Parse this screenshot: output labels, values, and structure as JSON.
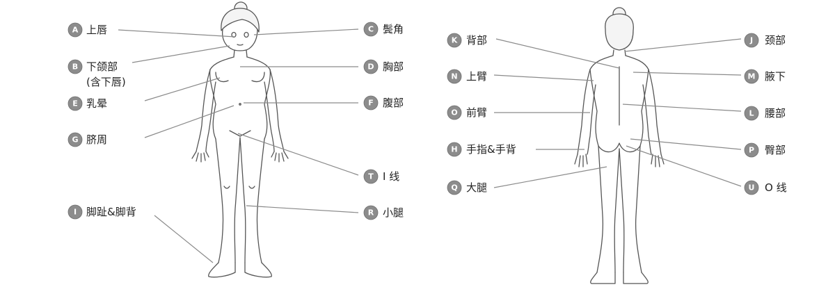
{
  "labels": {
    "A": {
      "letter": "A",
      "text": "上唇"
    },
    "B": {
      "letter": "B",
      "text": "下颌部",
      "text2": "(含下唇)"
    },
    "C": {
      "letter": "C",
      "text": "鬓角"
    },
    "D": {
      "letter": "D",
      "text": "胸部"
    },
    "E": {
      "letter": "E",
      "text": "乳晕"
    },
    "F": {
      "letter": "F",
      "text": "腹部"
    },
    "G": {
      "letter": "G",
      "text": "脐周"
    },
    "T": {
      "letter": "T",
      "text": "I 线"
    },
    "I": {
      "letter": "I",
      "text": "脚趾&脚背"
    },
    "R": {
      "letter": "R",
      "text": "小腿"
    },
    "K": {
      "letter": "K",
      "text": "背部"
    },
    "J": {
      "letter": "J",
      "text": "颈部"
    },
    "N": {
      "letter": "N",
      "text": "上臂"
    },
    "M": {
      "letter": "M",
      "text": "腋下"
    },
    "O": {
      "letter": "O",
      "text": "前臂"
    },
    "L": {
      "letter": "L",
      "text": "腰部"
    },
    "H": {
      "letter": "H",
      "text": "手指&手背"
    },
    "P": {
      "letter": "P",
      "text": "臀部"
    },
    "Q": {
      "letter": "Q",
      "text": "大腿"
    },
    "U": {
      "letter": "U",
      "text": "O 线"
    }
  }
}
